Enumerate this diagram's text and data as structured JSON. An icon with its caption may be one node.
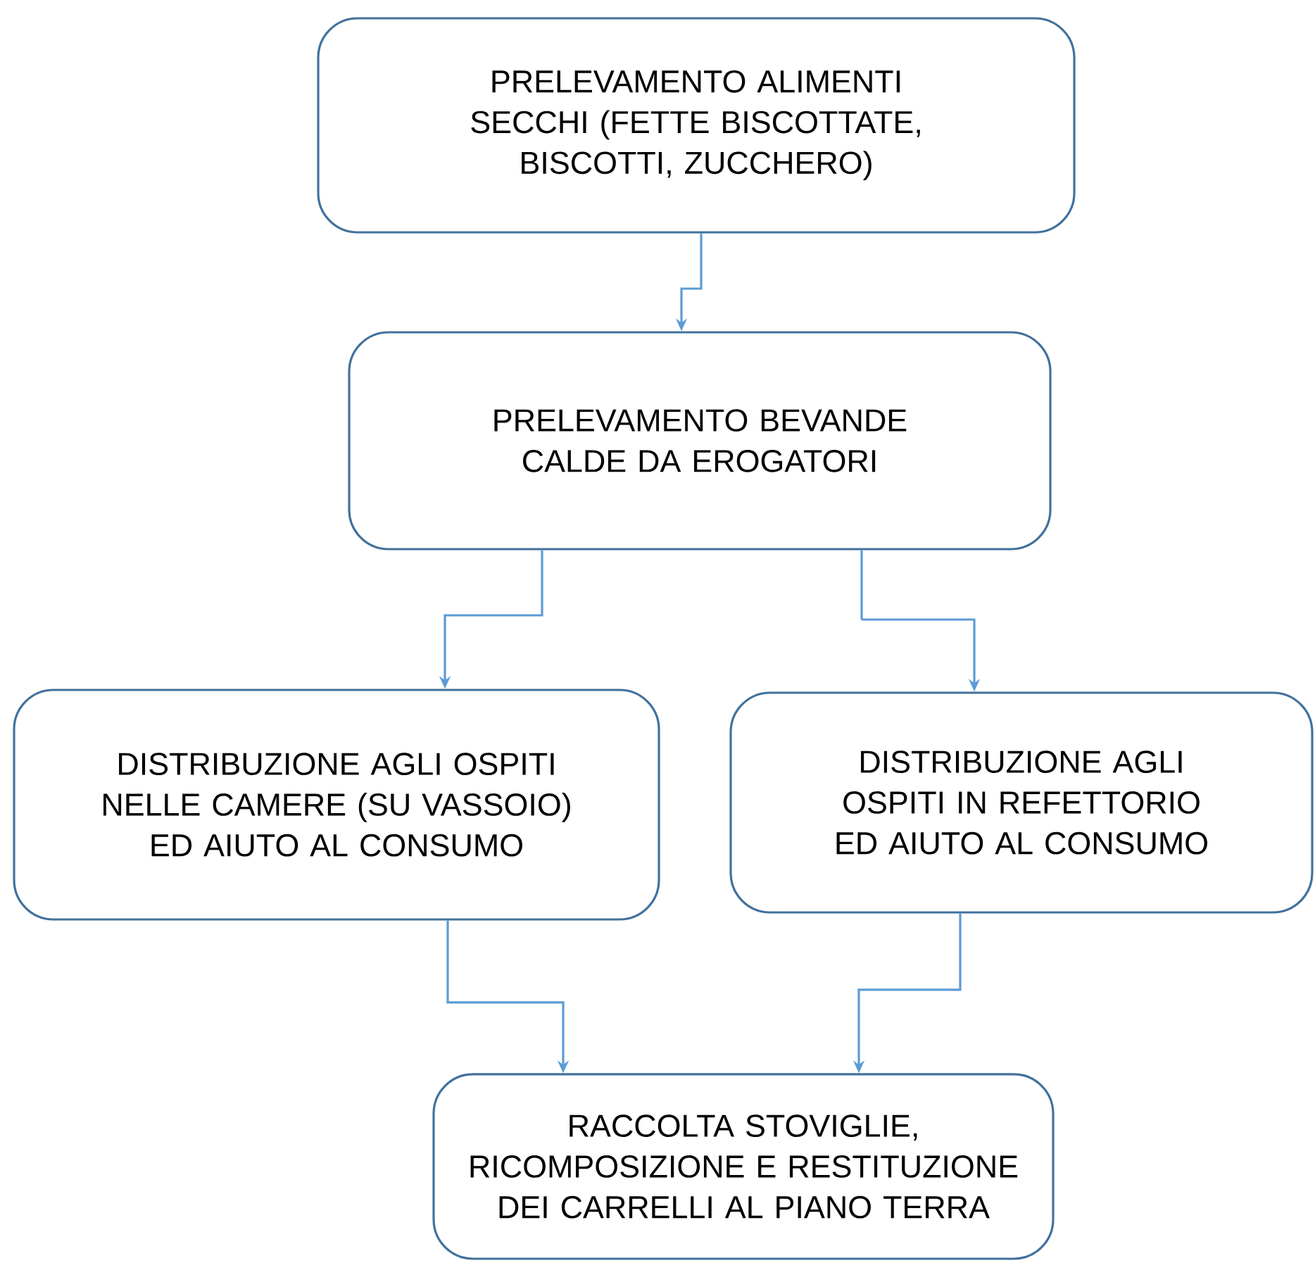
{
  "diagram": {
    "nodes": [
      {
        "text": [
          "PRELEVAMENTO ALIMENTI SECCHI (FETTE BISCOTTATE, BISCOTTI, ZUCCHERO)"
        ]
      },
      {
        "text": [
          "PRELEVAMENTO BEVANDE CALDE DA EROGATORI"
        ]
      },
      {
        "text": [
          "DISTRIBUZIONE AGLI OSPITI NELLE CAMERE (SU VASSOIO) ED AIUTO AL CONSUMO"
        ]
      },
      {
        "text": [
          "DISTRIBUZIONE AGLI OSPITI IN REFETTORIO ED AIUTO AL CONSUMO"
        ]
      },
      {
        "text": [
          "RACCOLTA STOVIGLIE, RICOMPOSIZIONE E RESTITUZIONE DEI CARRELLI AL PIANO TERRA"
        ]
      }
    ],
    "edges": [
      {
        "from": 0,
        "to": 1,
        "arrow": "to"
      },
      {
        "from": 1,
        "to": 2,
        "arrow": "to"
      },
      {
        "from": 1,
        "to": 3,
        "arrow": "to"
      },
      {
        "from": 2,
        "to": 4,
        "arrow": "to"
      },
      {
        "from": 3,
        "to": 4,
        "arrow": "to"
      }
    ]
  }
}
